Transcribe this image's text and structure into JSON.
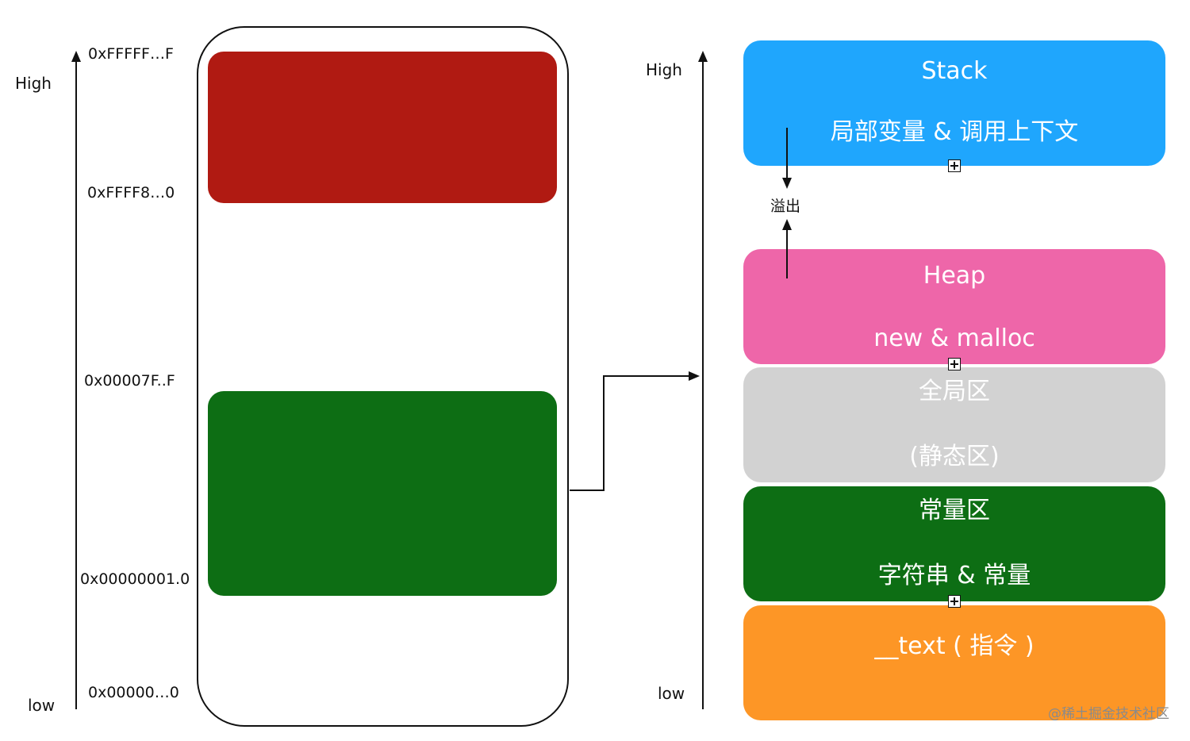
{
  "left": {
    "high_label": "High",
    "low_label": "low",
    "addresses": [
      "0xFFFFF…F",
      "0xFFFF8…0",
      "0x00007F..F",
      "0x00000001.0",
      "0x00000…0"
    ],
    "block_colors": {
      "top": "#b01a12",
      "bottom": "#0d6e14"
    }
  },
  "right": {
    "high_label": "High",
    "low_label": "low",
    "overflow_label": "溢出",
    "segments": [
      {
        "title": "Stack",
        "subtitle": "局部变量 & 调用上下文",
        "color": "#1fa6fd"
      },
      {
        "title": "Heap",
        "subtitle": "new & malloc",
        "color": "#ee66a9"
      },
      {
        "title": "全局区",
        "subtitle": "(静态区)",
        "color": "#d2d2d2"
      },
      {
        "title": "常量区",
        "subtitle": "字符串 & 常量",
        "color": "#0d6e14"
      },
      {
        "title": "__text ( 指令 )",
        "subtitle": "",
        "color": "#fd9626"
      }
    ]
  },
  "watermark": "@稀土掘金技术社区"
}
